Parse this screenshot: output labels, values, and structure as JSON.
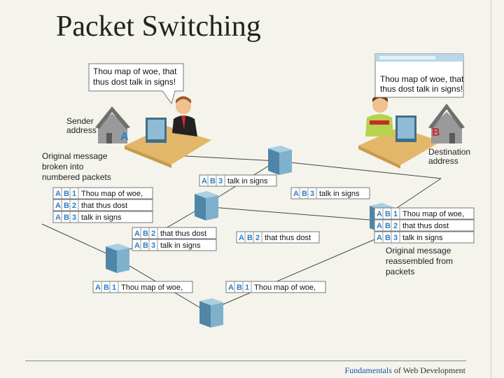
{
  "title": "Packet Switching",
  "footer": {
    "part1": "Fundamentals",
    "part2": " of Web Development"
  },
  "sender": {
    "bubble": [
      "Thou map of woe, that",
      "thus dost talk in signs!"
    ],
    "label": [
      "Sender",
      "address"
    ],
    "house_letter": "A"
  },
  "destination": {
    "bubble": [
      "Thou map of woe, that",
      "thus dost talk in signs!"
    ],
    "label": [
      "Destination",
      "address"
    ],
    "house_letter": "B"
  },
  "left_caption": [
    "Original message",
    "broken into",
    "numbered packets"
  ],
  "right_caption": [
    "Original message",
    "reassembled from",
    "packets"
  ],
  "packet_groups": [
    {
      "id": "origin",
      "packets": [
        {
          "from": "A",
          "to": "B",
          "num": "1",
          "text": "Thou map of woe,"
        },
        {
          "from": "A",
          "to": "B",
          "num": "2",
          "text": "that thus dost"
        },
        {
          "from": "A",
          "to": "B",
          "num": "3",
          "text": "talk in signs"
        }
      ]
    },
    {
      "id": "top-left",
      "packets": [
        {
          "from": "A",
          "to": "B",
          "num": "3",
          "text": "talk in signs"
        }
      ]
    },
    {
      "id": "top-right",
      "packets": [
        {
          "from": "A",
          "to": "B",
          "num": "3",
          "text": "talk in signs"
        }
      ]
    },
    {
      "id": "middle-left",
      "packets": [
        {
          "from": "A",
          "to": "B",
          "num": "2",
          "text": "that thus dost"
        },
        {
          "from": "A",
          "to": "B",
          "num": "3",
          "text": "talk in signs"
        }
      ]
    },
    {
      "id": "middle-right",
      "packets": [
        {
          "from": "A",
          "to": "B",
          "num": "2",
          "text": "that thus dost"
        }
      ]
    },
    {
      "id": "bottom-left",
      "packets": [
        {
          "from": "A",
          "to": "B",
          "num": "1",
          "text": "Thou map of woe,"
        }
      ]
    },
    {
      "id": "bottom-right",
      "packets": [
        {
          "from": "A",
          "to": "B",
          "num": "1",
          "text": "Thou map of woe,"
        }
      ]
    },
    {
      "id": "reassembled",
      "packets": [
        {
          "from": "A",
          "to": "B",
          "num": "1",
          "text": "Thou map of woe,"
        },
        {
          "from": "A",
          "to": "B",
          "num": "2",
          "text": "that thus dost"
        },
        {
          "from": "A",
          "to": "B",
          "num": "3",
          "text": "talk in signs"
        }
      ]
    }
  ],
  "colors": {
    "header": "#2a7fc9",
    "router": "#4f86a8",
    "desk": "#e3b76a",
    "house": "#8a8a8a"
  }
}
